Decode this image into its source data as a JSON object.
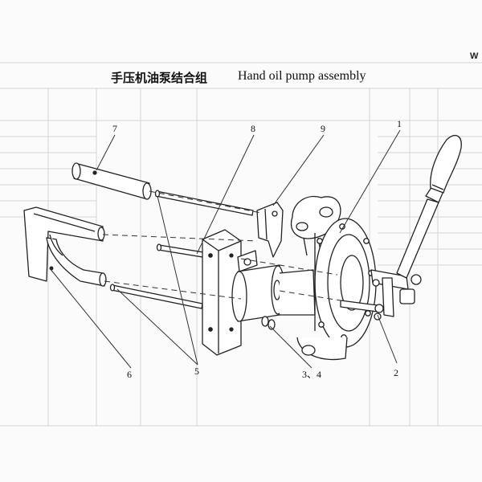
{
  "title_cn": "手压机油泵结合组",
  "title_en": "Hand oil pump assembly",
  "corner_mark": "W",
  "callouts": {
    "p1": "1",
    "p2": "2",
    "p34": "3、4",
    "p5": "5",
    "p6": "6",
    "p7": "7",
    "p8": "8",
    "p9": "9"
  },
  "colors": {
    "line": "#222222",
    "grid": "#cfcfcf",
    "faint": "#d9d9d9"
  }
}
